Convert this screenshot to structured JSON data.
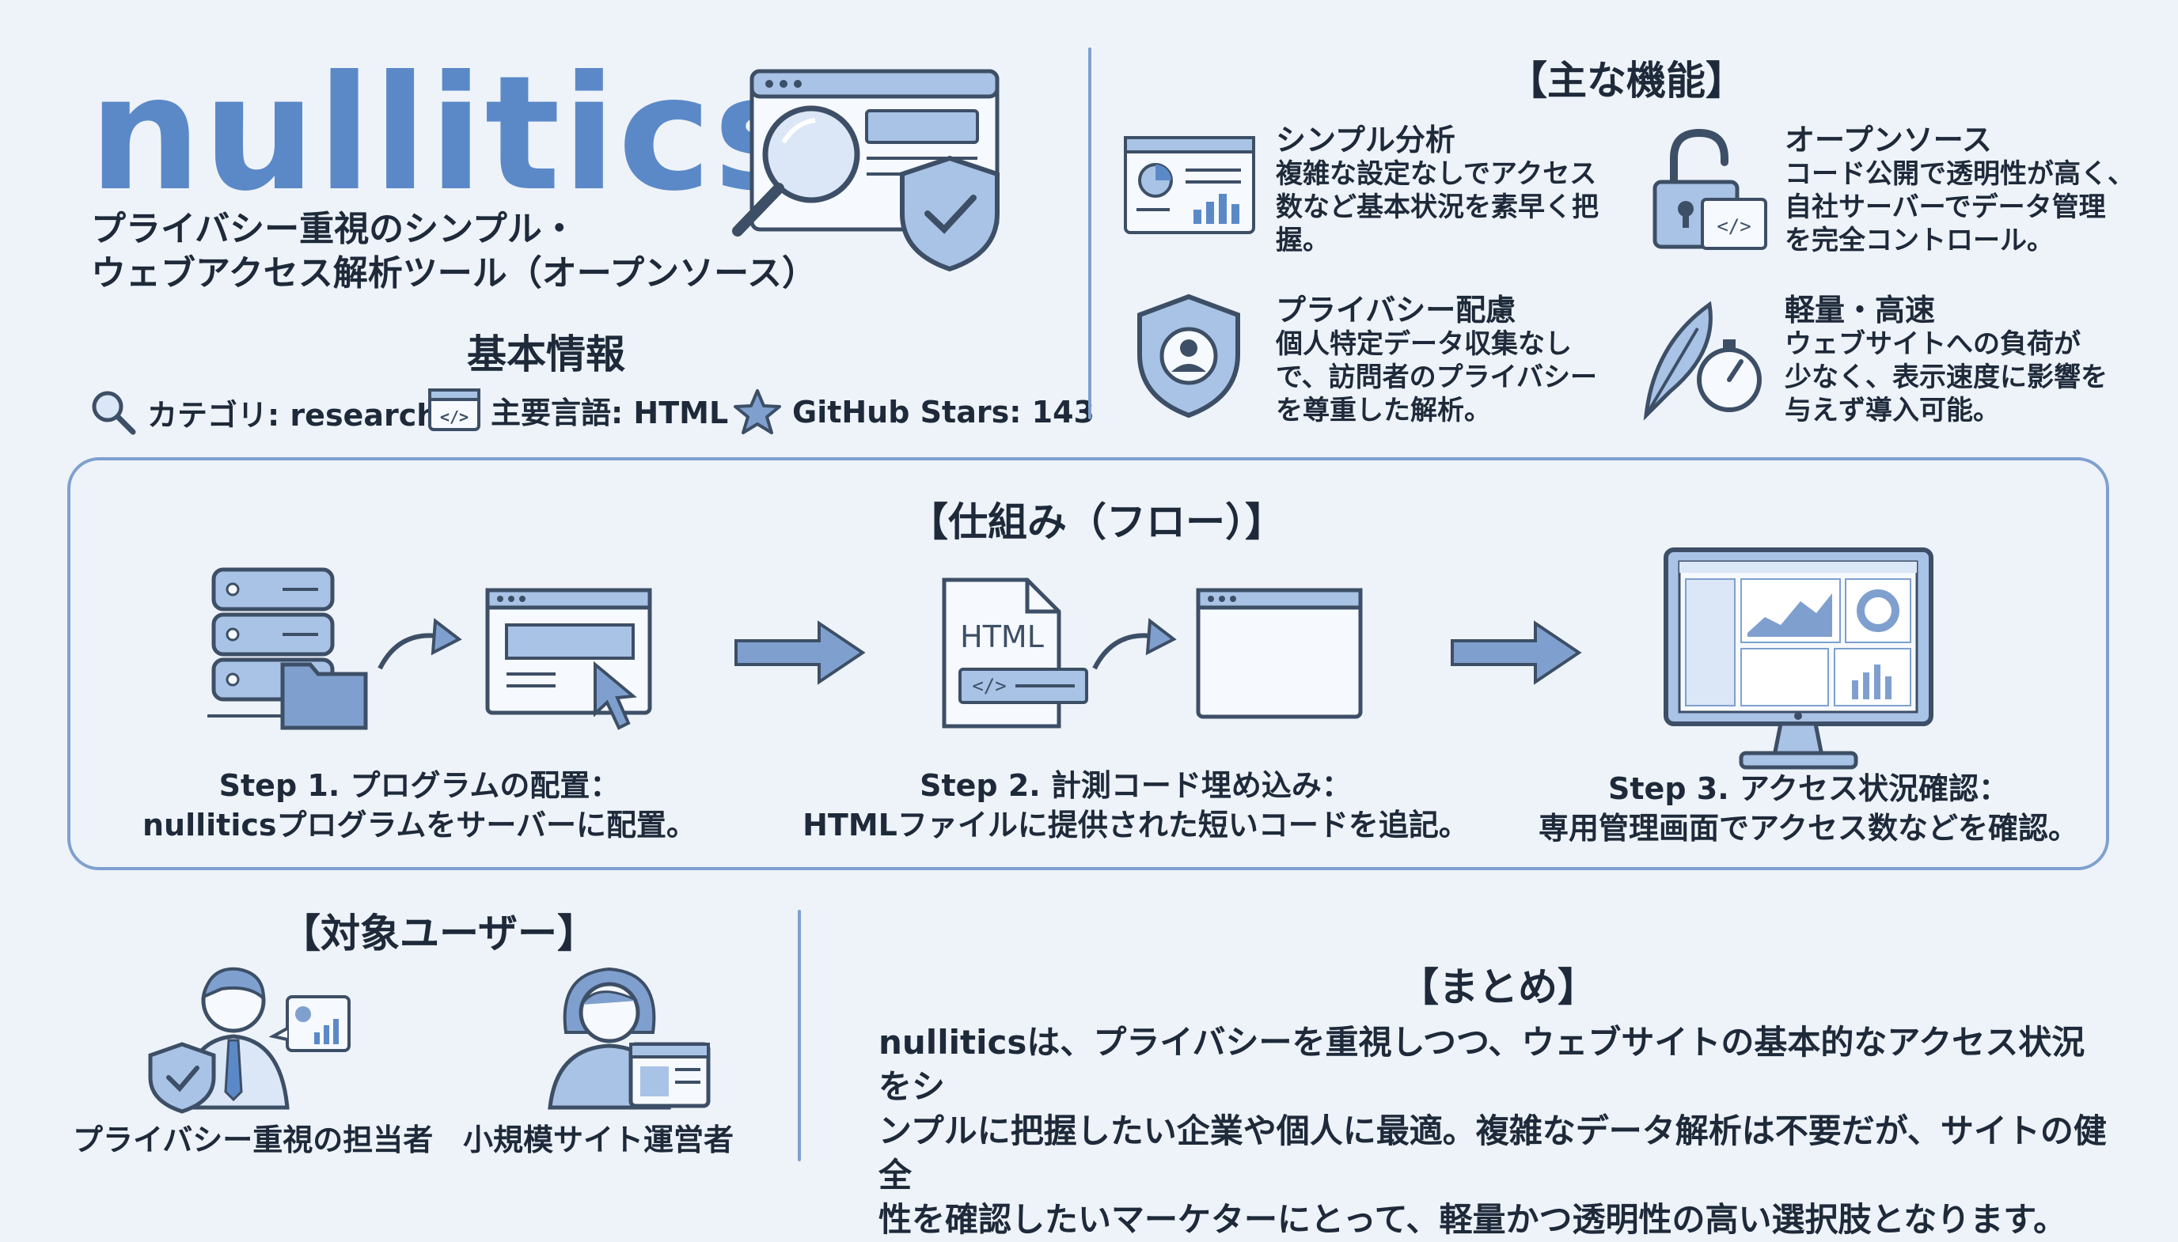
{
  "header": {
    "logo": "nullitics",
    "subtitle_line1": "プライバシー重視のシンプル・",
    "subtitle_line2": "ウェブアクセス解析ツール（オープンソース）"
  },
  "basic_info": {
    "title": "基本情報",
    "category": "カテゴリ: research",
    "language": "主要言語: HTML",
    "stars": "GitHub Stars: 143"
  },
  "features": {
    "title": "【主な機能】",
    "items": [
      {
        "title": "シンプル分析",
        "line1": "複雑な設定なしでアクセス",
        "line2": "数など基本状況を素早く把",
        "line3": "握。"
      },
      {
        "title": "オープンソース",
        "line1": "コード公開で透明性が高く、",
        "line2": "自社サーバーでデータ管理",
        "line3": "を完全コントロール。"
      },
      {
        "title": "プライバシー配慮",
        "line1": "個人特定データ収集なし",
        "line2": "で、訪問者のプライバシー",
        "line3": "を尊重した解析。"
      },
      {
        "title": "軽量・高速",
        "line1": "ウェブサイトへの負荷が",
        "line2": "少なく、表示速度に影響を",
        "line3": "与えず導入可能。"
      }
    ]
  },
  "flow": {
    "title": "【仕組み（フロー）】",
    "html_label": "HTML",
    "steps": [
      {
        "line1": "Step 1. プログラムの配置：",
        "line2": "nulliticsプログラムをサーバーに配置。"
      },
      {
        "line1": "Step 2. 計測コード埋め込み：",
        "line2": "HTMLファイルに提供された短いコードを追記。"
      },
      {
        "line1": "Step 3. アクセス状況確認：",
        "line2": "専用管理画面でアクセス数などを確認。"
      }
    ]
  },
  "users": {
    "title": "【対象ユーザー】",
    "items": [
      "プライバシー重視の担当者",
      "小規模サイト運営者"
    ]
  },
  "summary": {
    "title": "【まとめ】",
    "line1": "nulliticsは、プライバシーを重視しつつ、ウェブサイトの基本的なアクセス状況をシ",
    "line2": "ンプルに把握したい企業や個人に最適。複雑なデータ解析は不要だが、サイトの健全",
    "line3": "性を確認したいマーケターにとって、軽量かつ透明性の高い選択肢となります。"
  },
  "colors": {
    "accent": "#5b89c8",
    "fill": "#a9c3e6",
    "stroke": "#3d4f66",
    "background": "#eef3f9"
  }
}
